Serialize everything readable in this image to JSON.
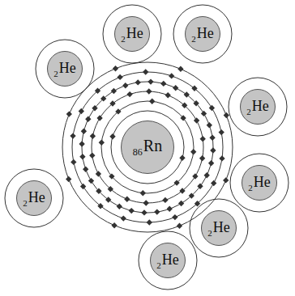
{
  "diagram": {
    "nodes": [
      {
        "text": [
          "2",
          "He"
        ]
      },
      {
        "text": [
          "2",
          "He"
        ]
      },
      {
        "text": [
          "2",
          "He"
        ]
      },
      {
        "text": [
          "2",
          "He"
        ]
      },
      {
        "text": [
          "86",
          "Rn"
        ]
      },
      {
        "text": [
          "2",
          "He"
        ]
      },
      {
        "text": [
          "2",
          "He"
        ]
      },
      {
        "text": [
          "2",
          "He"
        ]
      },
      {
        "text": [
          "2",
          "He"
        ]
      }
    ]
  }
}
